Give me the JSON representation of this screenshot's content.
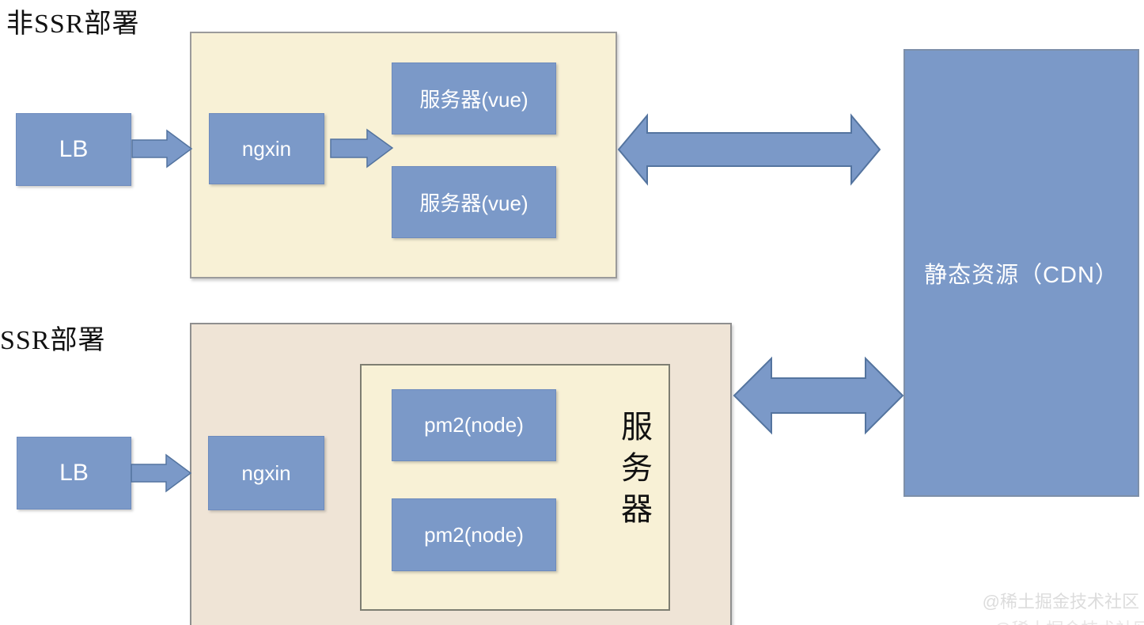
{
  "non_ssr_section": {
    "title": "非SSR部署",
    "lb_label": "LB",
    "nginx_label": "ngxin",
    "servers": [
      "服务器(vue)",
      "服务器(vue)"
    ]
  },
  "ssr_section": {
    "title": "SSR部署",
    "lb_label": "LB",
    "nginx_label": "ngxin",
    "processes": [
      "pm2(node)",
      "pm2(node)"
    ],
    "server_box_label": "服务器"
  },
  "cdn_box": {
    "label": "静态资源（CDN）"
  },
  "watermark": {
    "text": "@稀土掘金技术社区"
  },
  "colors": {
    "node_blue": "#7b99c8",
    "arrow_outline": "#54749f",
    "cream_container": "#f8f1d6",
    "tan_container": "#efe4d6",
    "watermark_gray": "#dcdcdc"
  }
}
